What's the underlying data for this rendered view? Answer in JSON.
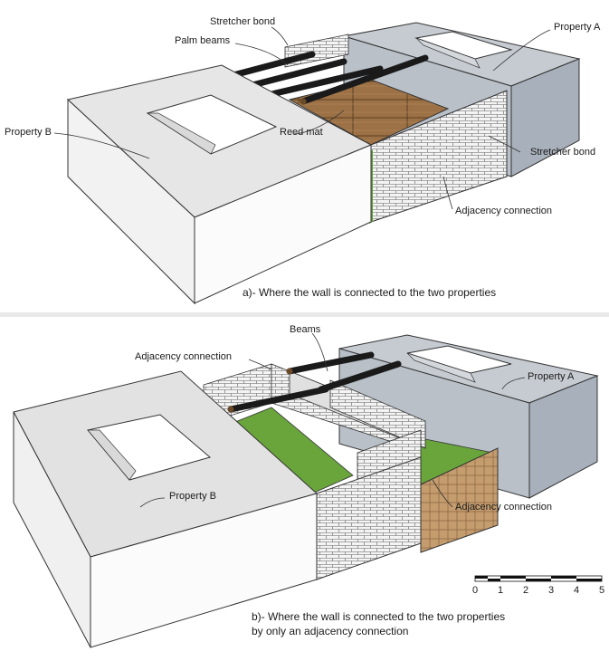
{
  "panel_a": {
    "labels": {
      "stretcher_bond_top": "Stretcher bond",
      "palm_beams": "Palm beams",
      "property_a": "Property A",
      "property_b": "Property B",
      "reed_mat": "Reed mat",
      "stretcher_bond_right": "Stretcher bond",
      "adjacency_connection": "Adjacency connection"
    },
    "caption": "a)- Where the wall is connected to the two properties"
  },
  "panel_b": {
    "labels": {
      "beams": "Beams",
      "adjacency_connection_top": "Adjacency connection",
      "property_a": "Property  A",
      "property_b": "Property B",
      "adjacency_connection_bottom": "Adjacency connection"
    },
    "caption_line1": "b)- Where the wall is connected to the two properties",
    "caption_line2": "by only an adjacency connection",
    "scale_bar": {
      "ticks": [
        "0",
        "1",
        "2",
        "3",
        "4",
        "5"
      ]
    }
  },
  "colors": {
    "property_a_top": "#c7ccd2",
    "property_a_side": "#a9b2bc",
    "property_b_top": "#e8e8e8",
    "property_b_side": "#f7f7f7",
    "brick": "#f2f2f2",
    "reed_mat": "#b08a5a",
    "grass": "#6aa53c",
    "beam": "#1a1a1a"
  }
}
